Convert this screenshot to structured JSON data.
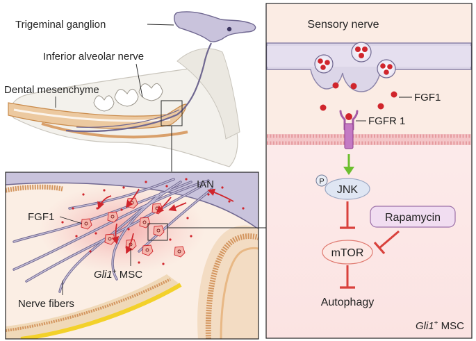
{
  "anatomy": {
    "trigeminal_ganglion": "Trigeminal ganglion",
    "inferior_alveolar_nerve": "Inferior alveolar nerve",
    "dental_mesenchyme": "Dental mesenchyme"
  },
  "inset": {
    "ian": "IAN",
    "fgf1": "FGF1",
    "gli1_italic": "Gli1",
    "gli1_sup": "+",
    "msc": " MSC",
    "nerve_fibers": "Nerve fibers"
  },
  "pathway": {
    "sensory_nerve": "Sensory nerve",
    "fgf1": "FGF1",
    "fgfr1": "FGFR 1",
    "phospho": "P",
    "jnk": "JNK",
    "rapamycin": "Rapamycin",
    "mtor": "mTOR",
    "autophagy": "Autophagy",
    "footer_italic": "Gli1",
    "footer_sup": "+",
    "footer_rest": " MSC"
  },
  "colors": {
    "nerve_purple": "#c9c3dc",
    "nerve_outline": "#6f6790",
    "fgf1_red": "#d0252c",
    "activation_green": "#6cbf2e",
    "inhibition_red": "#d9413c",
    "msc_pink": "#fbe5e3",
    "jnk_blue": "#dfe6f3",
    "rapamycin_purple": "#f1ddf1"
  }
}
